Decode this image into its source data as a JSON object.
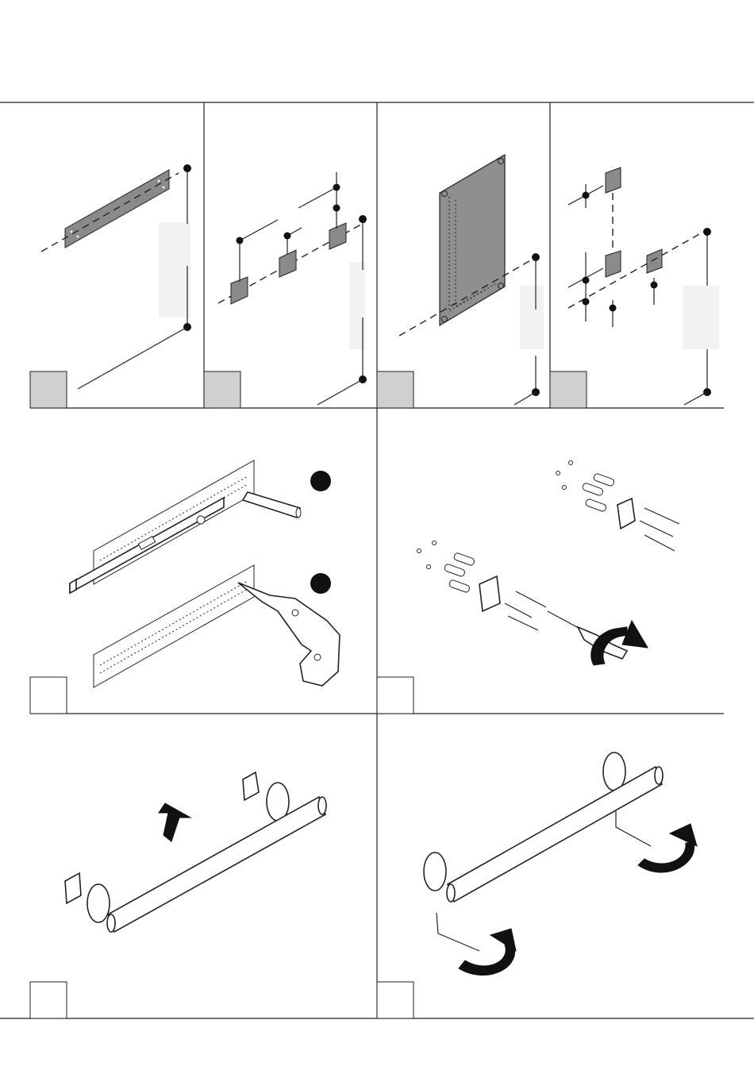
{
  "document": {
    "type": "grab-bar installation instructions",
    "steps": [
      {
        "panel": "top-1",
        "icon": "spirit-level-marking-icon"
      },
      {
        "panel": "top-2",
        "icon": "mount-plate-positions-icon"
      },
      {
        "panel": "top-3",
        "icon": "panel-template-icon"
      },
      {
        "panel": "top-4",
        "icon": "vertical-mount-positions-icon"
      },
      {
        "panel": "middle-left",
        "icon": "mark-and-drill-icon"
      },
      {
        "panel": "middle-right",
        "icon": "screw-plates-icon"
      },
      {
        "panel": "bottom-left",
        "icon": "slide-bar-onto-plates-icon"
      },
      {
        "panel": "bottom-right",
        "icon": "tighten-allen-key-icon"
      }
    ]
  },
  "colors": {
    "line": "#222222",
    "plate_fill": "#8a8a8a",
    "step_box_fill": "#d0d0d0",
    "arrow": "#111111"
  }
}
